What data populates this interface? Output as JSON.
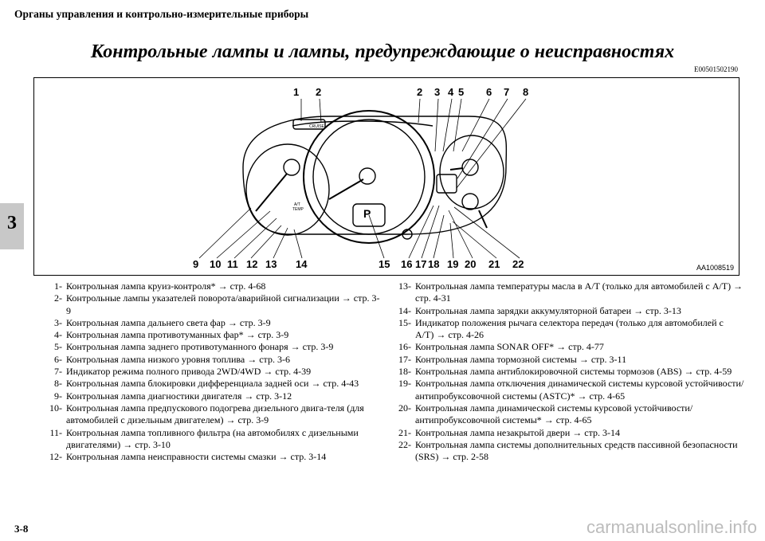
{
  "header": {
    "section_title": "Органы управления и контрольно-измерительные приборы"
  },
  "chapter_tab": "3",
  "title": "Контрольные лампы и лампы, предупреждающие о неисправностях",
  "doc_code": "E00501502190",
  "diagram": {
    "image_code": "AA1008519",
    "callouts_top": [
      "1",
      "2",
      "2",
      "3",
      "4",
      "5",
      "6",
      "7",
      "8"
    ],
    "callouts_bottom": [
      "9",
      "10",
      "11",
      "12",
      "13",
      "14",
      "15",
      "16",
      "17",
      "18",
      "19",
      "20",
      "21",
      "22"
    ],
    "labels": {
      "cruise": "CRUISE",
      "at_temp": "A/T\nTEMP",
      "gear": "P"
    }
  },
  "legend_left": [
    {
      "num": "1-",
      "text": "Контрольная лампа круиз-контроля* → стр. 4-68"
    },
    {
      "num": "2-",
      "text": "Контрольные лампы указателей поворота/аварийной сигнализации → стр. 3-9"
    },
    {
      "num": "3-",
      "text": "Контрольная лампа дальнего света фар → стр. 3-9"
    },
    {
      "num": "4-",
      "text": "Контрольная лампа противотуманных фар* → стр. 3-9"
    },
    {
      "num": "5-",
      "text": "Контрольная лампа заднего противотуманного фонаря → стр. 3-9"
    },
    {
      "num": "6-",
      "text": "Контрольная лампа низкого уровня топлива → стр. 3-6"
    },
    {
      "num": "7-",
      "text": "Индикатор режима полного привода 2WD/4WD → стр. 4-39"
    },
    {
      "num": "8-",
      "text": "Контрольная лампа блокировки дифференциала задней оси → стр. 4-43"
    },
    {
      "num": "9-",
      "text": "Контрольная лампа диагностики двигателя → стр. 3-12"
    },
    {
      "num": "10-",
      "text": "Контрольная лампа предпускового подогрева дизельного двига-теля (для автомобилей с дизельным двигателем) → стр. 3-9"
    },
    {
      "num": "11-",
      "text": "Контрольная лампа топливного фильтра (на автомобилях с дизельными двигателями) →  стр.  3-10"
    },
    {
      "num": "12-",
      "text": "Контрольная лампа неисправности системы смазки → стр. 3-14"
    }
  ],
  "legend_right": [
    {
      "num": "13-",
      "text": "Контрольная лампа температуры масла в A/T (только для автомобилей с A/T) → стр. 4-31"
    },
    {
      "num": "14-",
      "text": "Контрольная лампа зарядки аккумуляторной батареи → стр. 3-13"
    },
    {
      "num": "15-",
      "text": "Индикатор положения рычага селектора передач (только для автомобилей с A/T) → стр. 4-26"
    },
    {
      "num": "16-",
      "text": "Контрольная лампа SONAR OFF* → стр. 4-77"
    },
    {
      "num": "17-",
      "text": "Контрольная лампа тормозной системы → стр. 3-11"
    },
    {
      "num": "18-",
      "text": "Контрольная лампа антиблокировочной системы тормозов (ABS) → стр. 4-59"
    },
    {
      "num": "19-",
      "text": "Контрольная лампа отключения динамической системы курсовой устойчивости/антипробуксовочной системы (ASTC)* → стр. 4-65"
    },
    {
      "num": "20-",
      "text": "Контрольная лампа динамической системы курсовой устойчивости/антипробуксовочной системы* → стр. 4-65"
    },
    {
      "num": "21-",
      "text": "Контрольная лампа незакрытой двери → стр. 3-14"
    },
    {
      "num": "22-",
      "text": "Контрольная лампа системы дополнительных средств пассивной безопасности (SRS) → стр.  2-58"
    }
  ],
  "footer": {
    "page_number": "3-8"
  },
  "watermark": "carmanualsonline.info"
}
